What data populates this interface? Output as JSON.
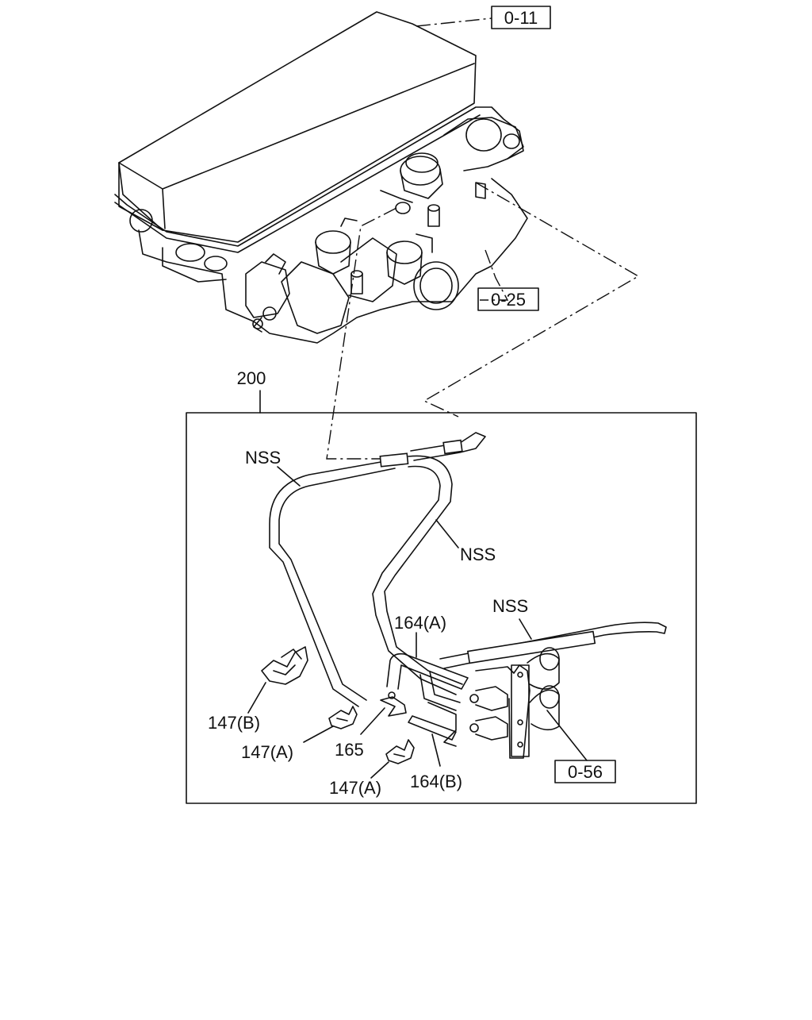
{
  "refs": {
    "top_cover": "0-11",
    "manifold": "0-25",
    "solenoid": "0-56"
  },
  "labels": {
    "assembly": "200",
    "nss_left": "NSS",
    "nss_middle": "NSS",
    "nss_right": "NSS",
    "hose_164a": "164(A)",
    "hose_164b": "164(B)",
    "clip_147b": "147(B)",
    "clip_147a_upper": "147(A)",
    "clip_147a_lower": "147(A)",
    "joint_165": "165"
  }
}
